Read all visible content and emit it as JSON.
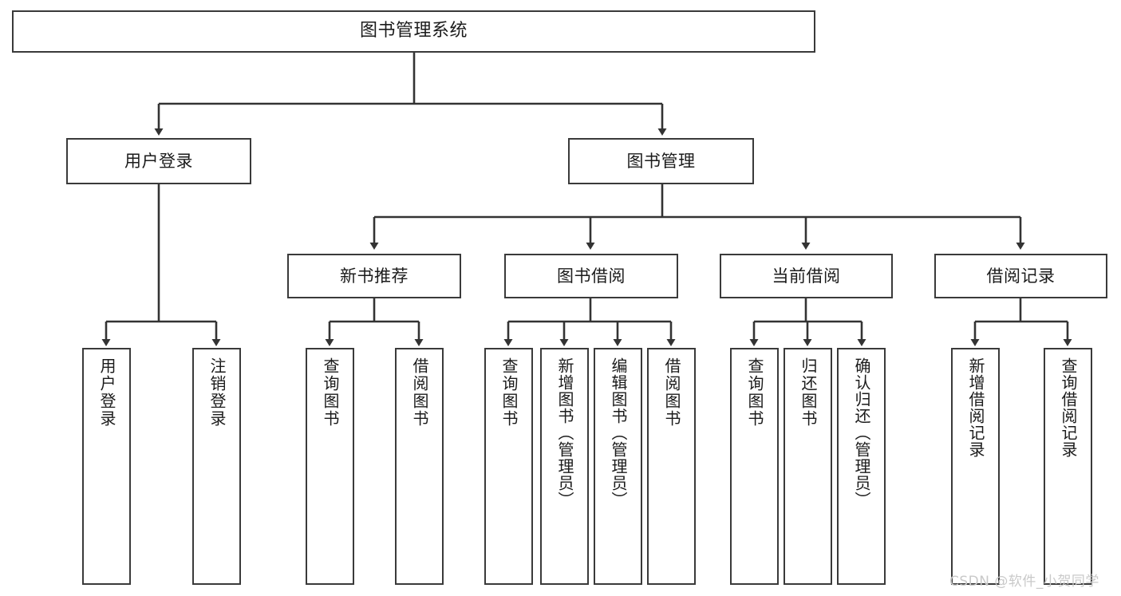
{
  "diagram": {
    "title": "图书管理系统",
    "type": "tree-hierarchy",
    "watermark": "CSDN @软件_小贺同学",
    "colors": {
      "border": "#3a3a3a",
      "background": "#ffffff",
      "text": "#1b1b1b",
      "edge": "#333333",
      "watermark": "#c9c9c9"
    }
  },
  "nodes": {
    "root": {
      "label": "图书管理系统"
    },
    "level1": [
      {
        "label": "用户登录"
      },
      {
        "label": "图书管理"
      }
    ],
    "level2": [
      {
        "label": "新书推荐"
      },
      {
        "label": "图书借阅"
      },
      {
        "label": "当前借阅"
      },
      {
        "label": "借阅记录"
      }
    ],
    "leaves_user_login": [
      {
        "label": "用户登录"
      },
      {
        "label": "注销登录"
      }
    ],
    "leaves_new_book": [
      {
        "label": "查询图书"
      },
      {
        "label": "借阅图书"
      }
    ],
    "leaves_borrow": [
      {
        "label": "查询图书"
      },
      {
        "label": "新增图书（管理员）"
      },
      {
        "label": "编辑图书（管理员）"
      },
      {
        "label": "借阅图书"
      }
    ],
    "leaves_current": [
      {
        "label": "查询图书"
      },
      {
        "label": "归还图书"
      },
      {
        "label": "确认归还（管理员）"
      }
    ],
    "leaves_record": [
      {
        "label": "新增借阅记录"
      },
      {
        "label": "查询借阅记录"
      }
    ]
  }
}
